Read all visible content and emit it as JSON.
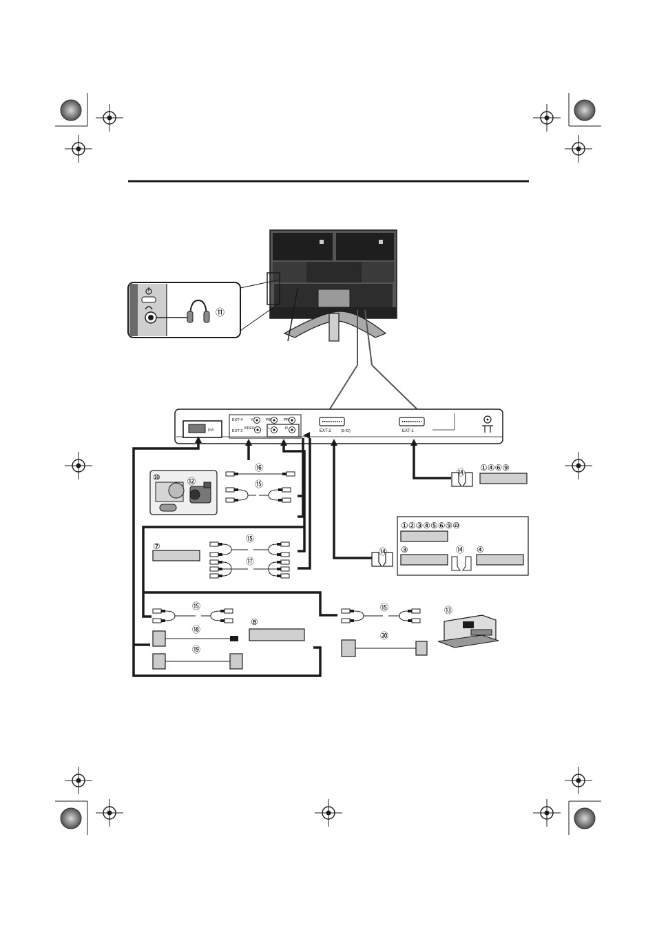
{
  "page": {
    "background": "#ffffff",
    "ink": "#1a1a1a",
    "gray": "#8c8c8c"
  },
  "panel": {
    "ext4": "EXT-4",
    "y": "Y",
    "pb": "PB",
    "pr": "PR",
    "ext3": "EXT-3",
    "video": "VIDEO",
    "l": "L",
    "r": "R",
    "dvi": "DVI",
    "ext2": "EXT-2",
    "ext2_sub": "(S-IO)",
    "ext1": "EXT-1"
  },
  "callouts": {
    "c1": "⑪",
    "c2": "⑯",
    "c3": "⑩",
    "c4": "⑫",
    "c5": "⑮",
    "c6": "⑭",
    "c7": "①④⑥⑨",
    "c8": "①②③④⑤⑥⑨⑩",
    "c9": "⑦",
    "c10": "⑮",
    "c11": "⑰",
    "c12": "③",
    "c13": "⑭",
    "c14": "④",
    "c15": "⑭",
    "c16": "⑮",
    "c17": "⑧",
    "c18": "⑱",
    "c19": "⑲",
    "c20": "⑮",
    "c21": "⑬",
    "c22": "⑳"
  },
  "icons": [
    "registration-mark-icon",
    "power-icon",
    "headphone-icon",
    "headphones-icon",
    "camcorder-icon",
    "game-console-icon",
    "scart-plug-icon",
    "computer-icon",
    "antenna-socket-icon"
  ]
}
